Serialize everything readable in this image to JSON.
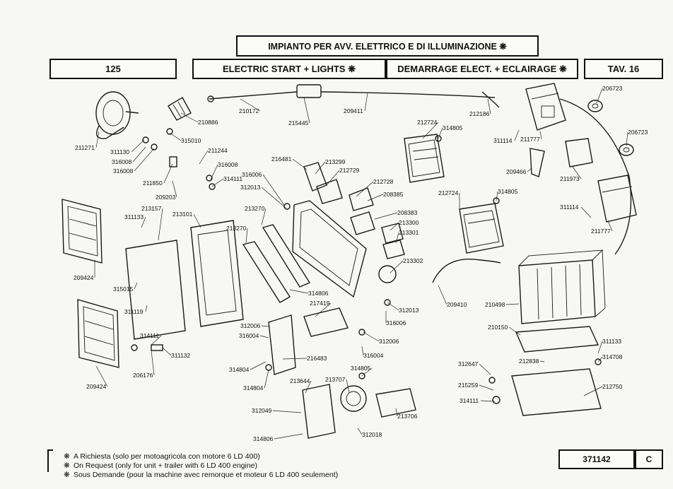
{
  "header": {
    "title": "IMPIANTO PER AVV. ELETTRICO E DI ILLUMINAZIONE ❋",
    "model": "125",
    "title_en": "ELECTRIC START + LIGHTS ❋",
    "title_fr": "DEMARRAGE ELECT. + ECLAIRAGE ❋",
    "table": "TAV. 16"
  },
  "part_labels": [
    "210172",
    "215445",
    "209411",
    "212186",
    "206723",
    "206723",
    "210886",
    "211271",
    "311130",
    "316008",
    "316008",
    "315010",
    "211244",
    "316008",
    "314111",
    "211850",
    "209203",
    "216481",
    "213299",
    "212729",
    "316006",
    "312013",
    "212728",
    "208385",
    "212724",
    "314805",
    "311114",
    "211777",
    "209466",
    "211973",
    "213157",
    "213101",
    "213270",
    "213270",
    "208383",
    "213300",
    "213301",
    "212724",
    "314805",
    "311114",
    "211777",
    "311133",
    "209424",
    "315015",
    "311119",
    "314806",
    "213302",
    "209410",
    "210498",
    "210150",
    "312013",
    "316006",
    "312006",
    "217419",
    "316004",
    "312006",
    "316004",
    "314111",
    "311132",
    "206176",
    "209424",
    "216483",
    "314804",
    "314804",
    "314805",
    "213644",
    "213707",
    "311133",
    "314708",
    "312647",
    "212838",
    "215259",
    "212750",
    "314111",
    "213706",
    "312049",
    "314806",
    "312018"
  ],
  "footer": {
    "notes": [
      "A Richiesta (solo per motoagricola con motore 6 LD 400)",
      "On Request (only for unit + trailer with 6 LD 400 engine)",
      "Sous Demande (pour la machine avec remorque et moteur 6 LD 400 seulement)"
    ],
    "note_symbol": "❋",
    "drawing_number": "371142",
    "revision": "C"
  }
}
